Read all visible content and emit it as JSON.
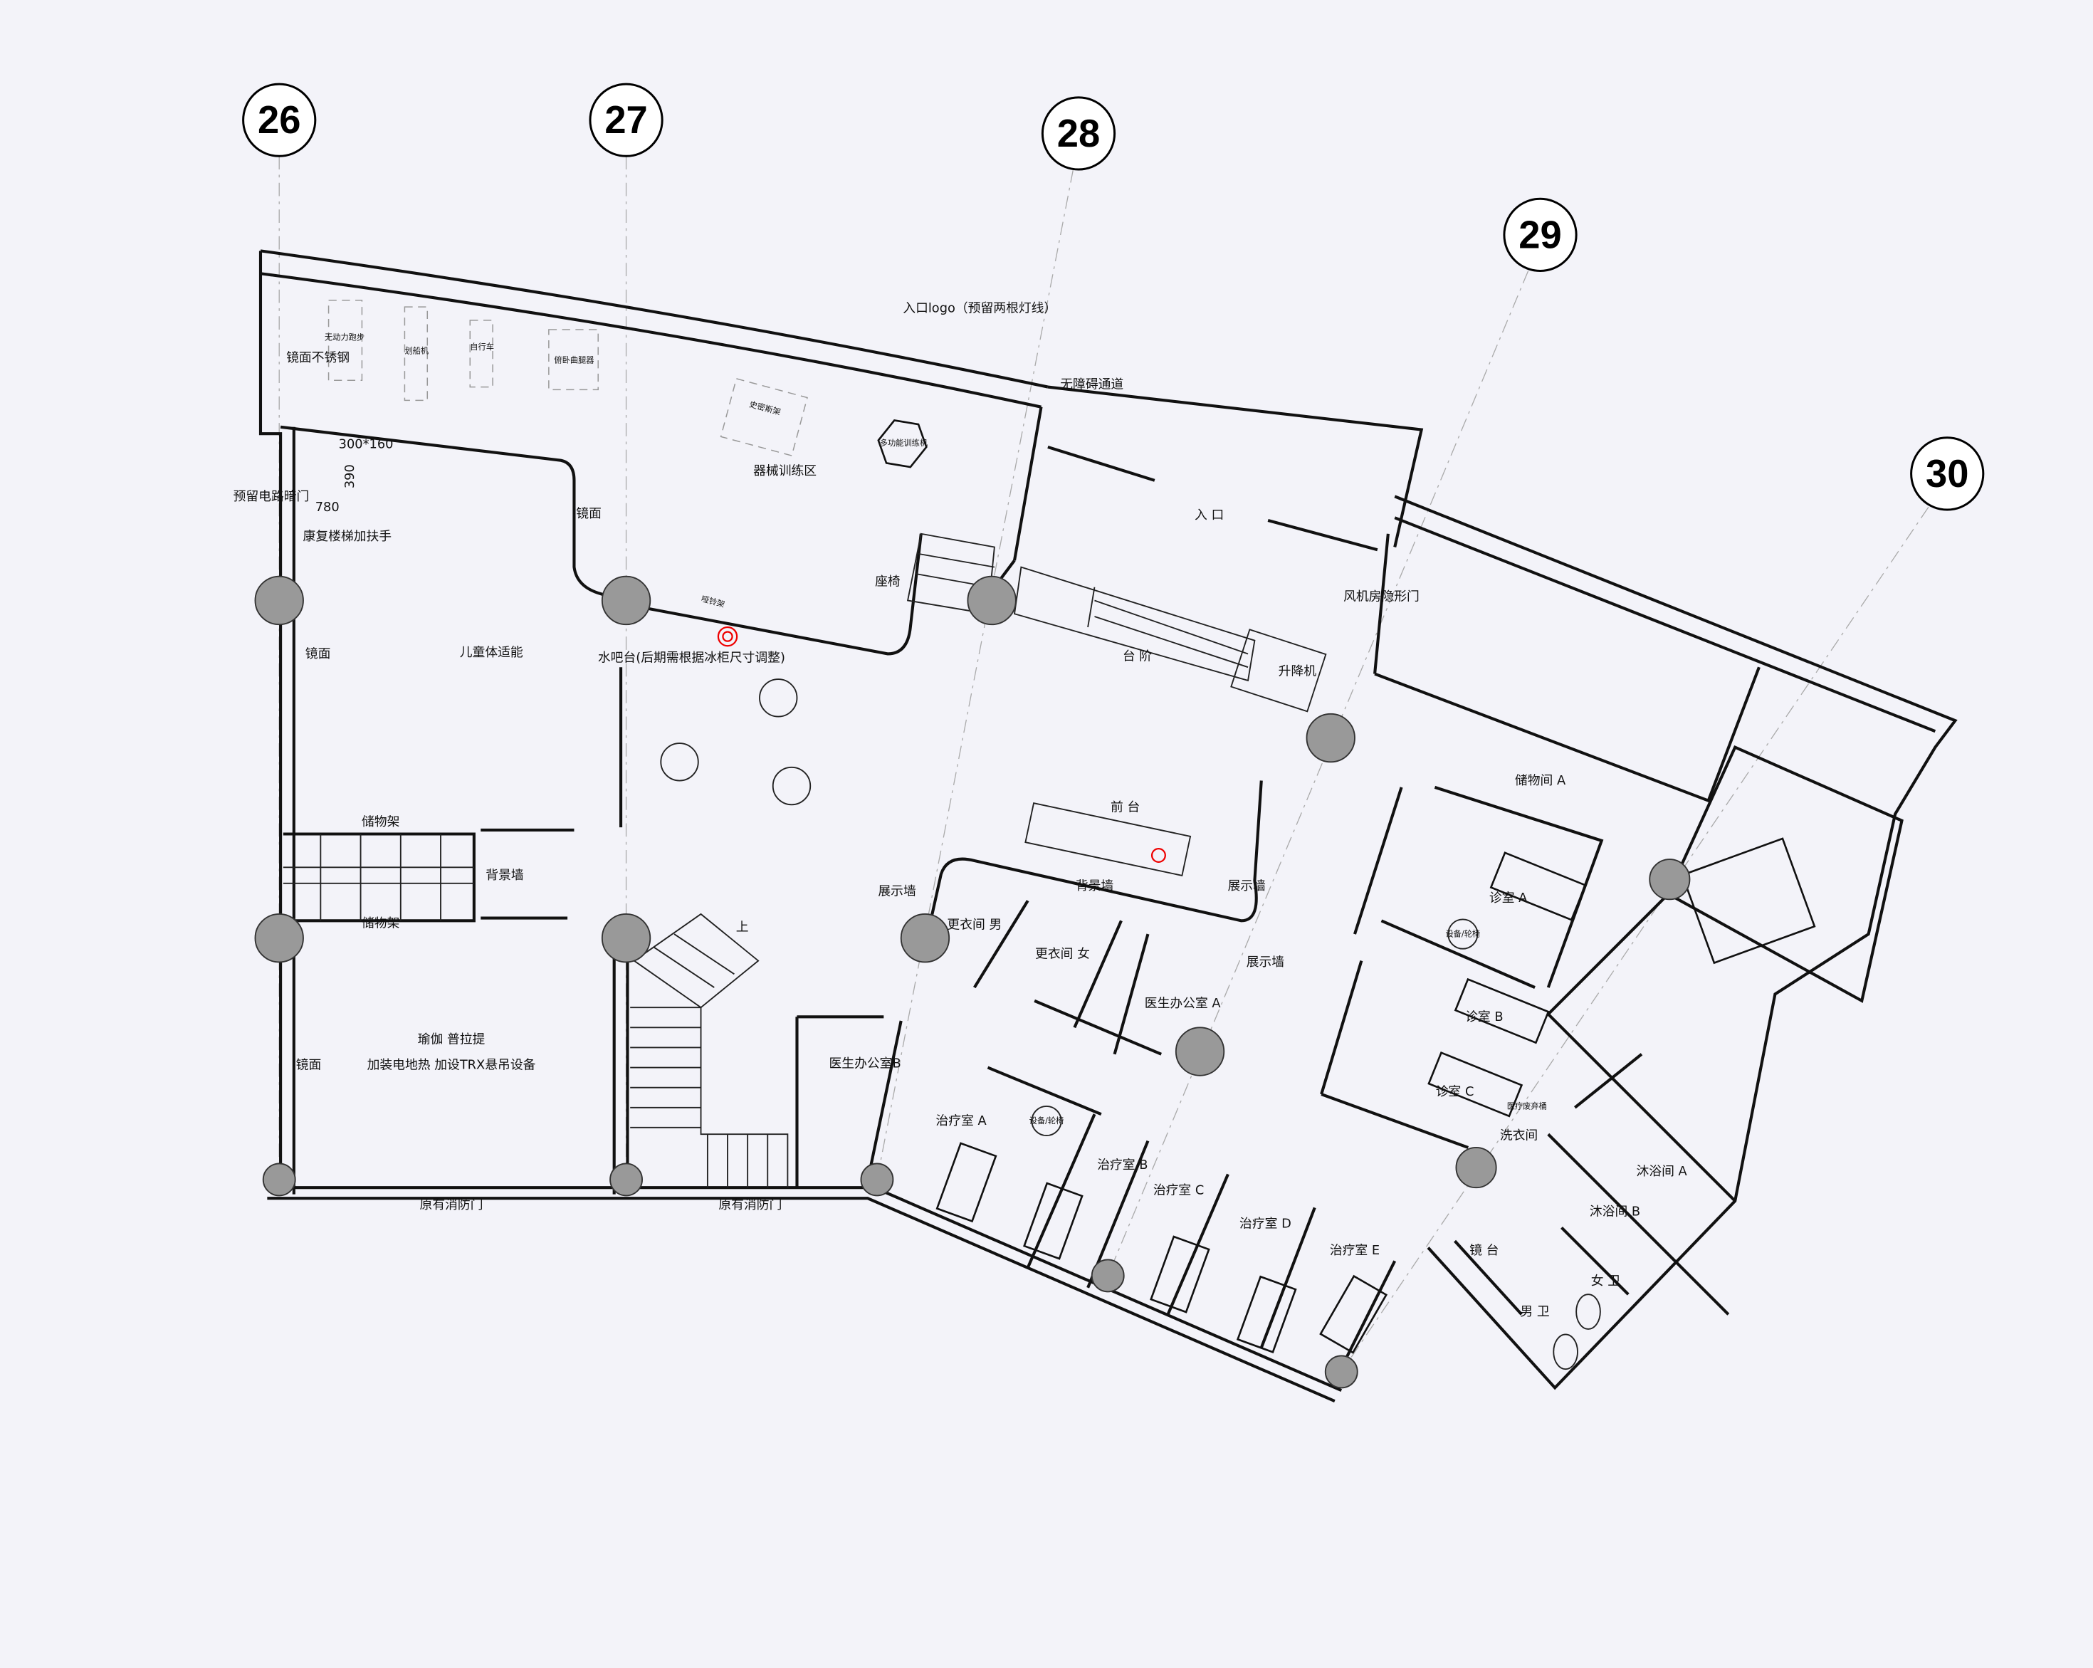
{
  "grid_axes": [
    "26",
    "27",
    "28",
    "29",
    "30"
  ],
  "labels": {
    "mirror_steel": "镜面不锈钢",
    "treadmill": "无动力跑步",
    "rowing": "划船机",
    "bike": "自行车",
    "leg_curl": "俯卧曲腿器",
    "stair_dim": "300*160",
    "dim_390": "390",
    "dim_780": "780",
    "hidden_door": "预留电路暗门",
    "rehab_stair": "康复楼梯加扶手",
    "mirror_a": "镜面",
    "smith": "史密斯架",
    "multi_trainer": "多功能训练机",
    "equip_zone": "器械训练区",
    "entrance_logo": "入口logo（预留两根灯线）",
    "accessible": "无障碍通道",
    "entrance": "入 口",
    "seat": "座椅",
    "dumbbell": "哑铃架",
    "water_bar": "水吧台(后期需根据冰柜尺寸调整)",
    "steps": "台 阶",
    "lift": "升降机",
    "fan_room": "风机房隐形门",
    "mirror_b": "镜面",
    "kids": "儿童体适能",
    "storage_rack_1": "储物架",
    "bg_wall_1": "背景墙",
    "storage_rack_2": "储物架",
    "up": "上",
    "mirror_c": "镜面",
    "yoga": "瑜伽 普拉提",
    "yoga_note": "加装电地热  加设TRX悬吊设备",
    "fire_door_1": "原有消防门",
    "fire_door_2": "原有消防门",
    "reception": "前 台",
    "display_wall_1": "展示墙",
    "bg_wall_2": "背景墙",
    "display_wall_2": "展示墙",
    "locker_m": "更衣间 男",
    "locker_f": "更衣间 女",
    "doctor_a": "医生办公室 A",
    "display_wall_3": "展示墙",
    "doctor_b": "医生办公室B",
    "treat_a": "治疗室 A",
    "equip_wheel_1": "设备/轮椅",
    "treat_b": "治疗室 B",
    "treat_c": "治疗室 C",
    "treat_d": "治疗室 D",
    "treat_e": "治疗室 E",
    "storage_a": "储物间 A",
    "clinic_a": "诊室 A",
    "equip_wheel_2": "设备/轮椅",
    "clinic_b": "诊室 B",
    "clinic_c": "诊室 C",
    "med_waste": "医疗废弃桶",
    "laundry": "洗衣间",
    "shower_a": "沐浴间 A",
    "shower_b": "沐浴间 B",
    "mirror_counter": "镜 台",
    "women_wc": "女 卫",
    "men_wc": "男 卫"
  },
  "colors": {
    "background": "#f3f3f9",
    "column": "#999999",
    "marker": "#e00000"
  }
}
